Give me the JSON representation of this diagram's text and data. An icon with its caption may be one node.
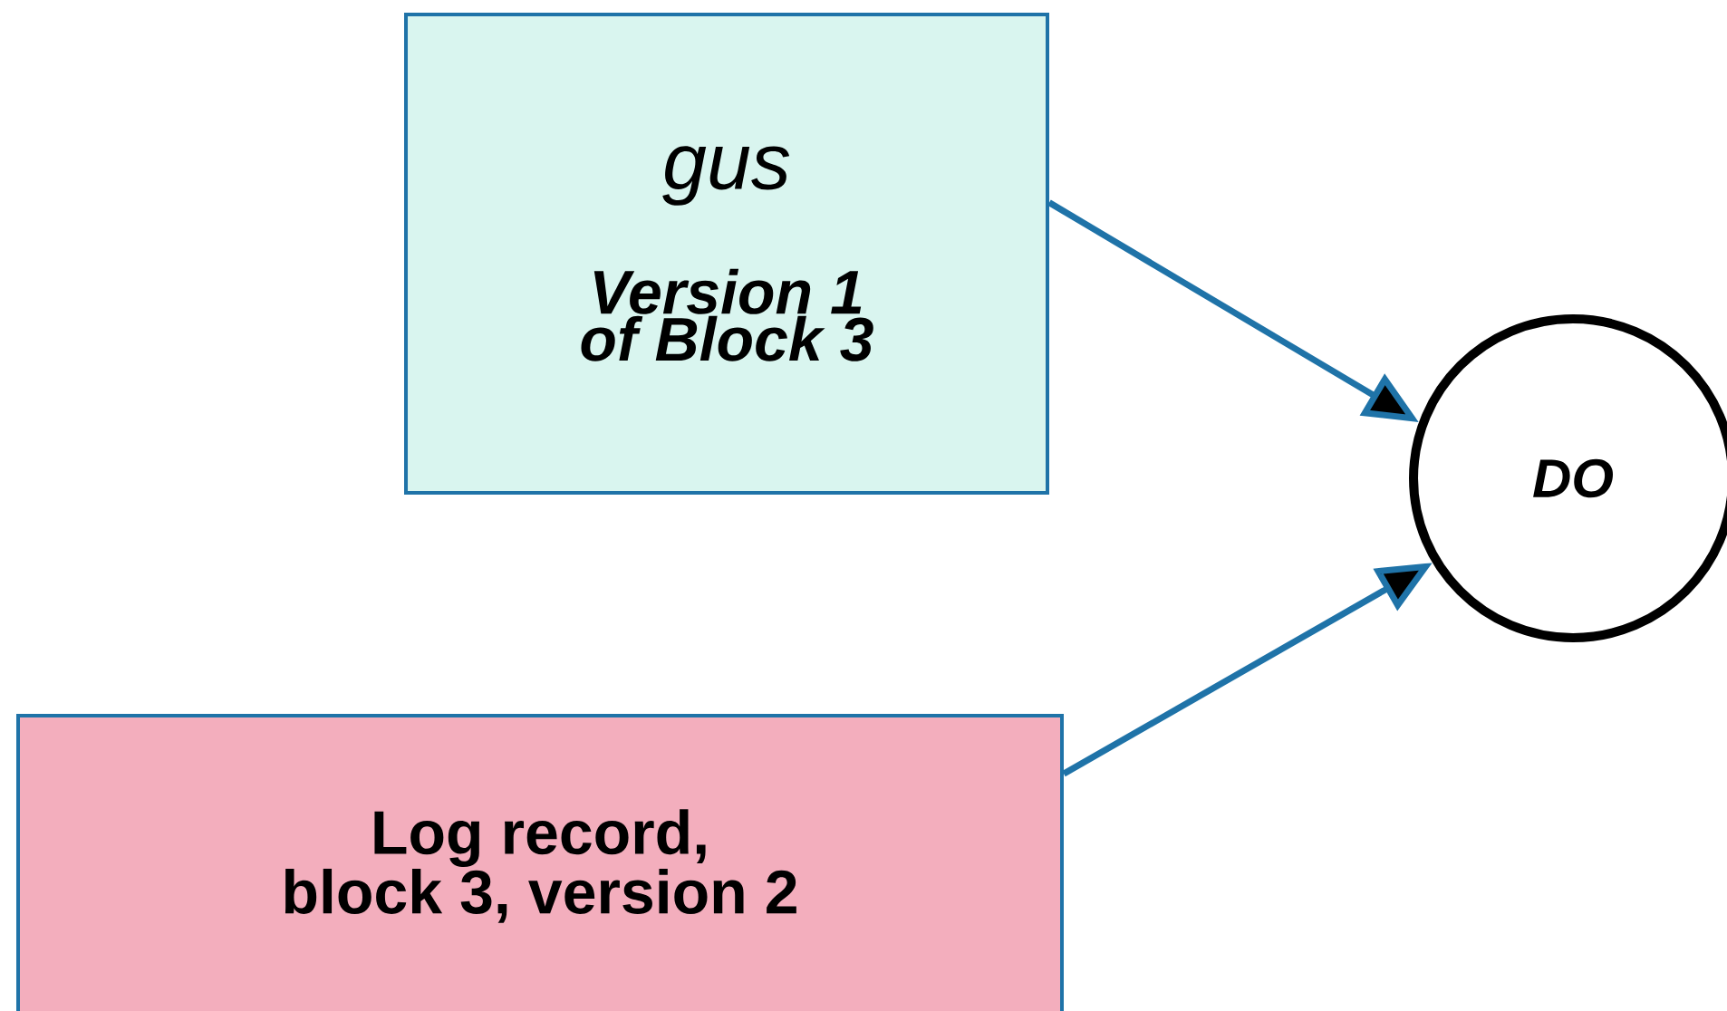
{
  "diagram": {
    "nodes": [
      {
        "text": [
          "gus",
          "Version 1 of Block 3"
        ]
      },
      {
        "text": [
          "Log record, block 3, version 2"
        ]
      },
      {
        "text": [
          "DO"
        ]
      }
    ],
    "edges": [
      {
        "from": 0,
        "to": 2,
        "arrow": "to"
      },
      {
        "from": 1,
        "to": 2,
        "arrow": "to"
      }
    ]
  }
}
